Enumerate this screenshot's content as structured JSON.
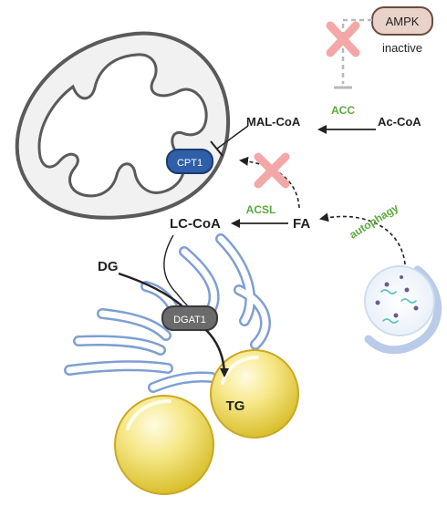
{
  "labels": {
    "ampk": "AMPK",
    "inactive": "inactive",
    "acc": "ACC",
    "mal_coa": "MAL-CoA",
    "ac_coa": "Ac-CoA",
    "cpt1": "CPT1",
    "acsl": "ACSL",
    "lc_coa": "LC-CoA",
    "fa": "FA",
    "autophagy": "autophagy",
    "dg": "DG",
    "dgat1": "DGAT1",
    "tg": "TG"
  },
  "colors": {
    "enzyme_green": "#5aaa3c",
    "inhibit_cross": "#f4a7a7",
    "ampk_fill": "#e9d2c8",
    "cpt1_fill": "#2f5fa8",
    "dgat1_fill": "#6b6b6b",
    "er_stroke": "#7d9fd3",
    "lipid_yellow": "#f4e27a"
  }
}
